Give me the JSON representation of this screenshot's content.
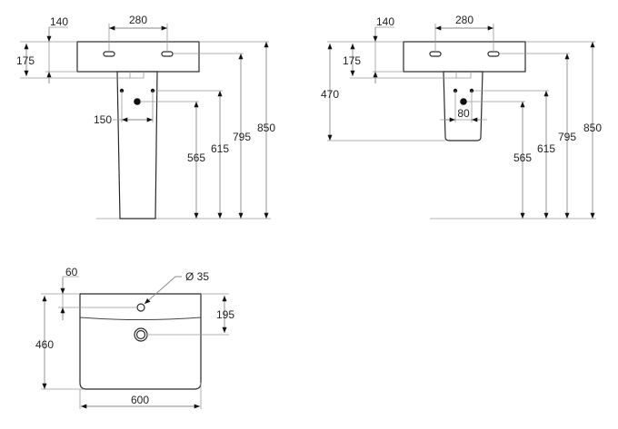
{
  "drawing": {
    "units": "mm",
    "views": [
      {
        "id": "front-full-pedestal",
        "name": "Front view with full pedestal",
        "dimensions": {
          "tap_hole_spacing": "280",
          "tap_hole_from_top": "140",
          "basin_depth": "175",
          "supply_spacing": "150",
          "waste_height": "565",
          "supply_height": "615",
          "tap_height": "795",
          "rim_height": "850"
        }
      },
      {
        "id": "front-semi-pedestal",
        "name": "Front view with semi pedestal",
        "dimensions": {
          "tap_hole_spacing": "280",
          "tap_hole_from_top": "140",
          "basin_depth": "175",
          "pedestal_overall": "470",
          "supply_spacing": "80",
          "waste_height": "565",
          "supply_height": "615",
          "tap_height": "795",
          "rim_height": "850"
        }
      },
      {
        "id": "top-view",
        "name": "Top view of basin",
        "dimensions": {
          "tap_hole_from_back": "60",
          "tap_hole_diameter": "Ø 35",
          "waste_from_back": "195",
          "depth": "460",
          "width": "600"
        }
      }
    ]
  }
}
